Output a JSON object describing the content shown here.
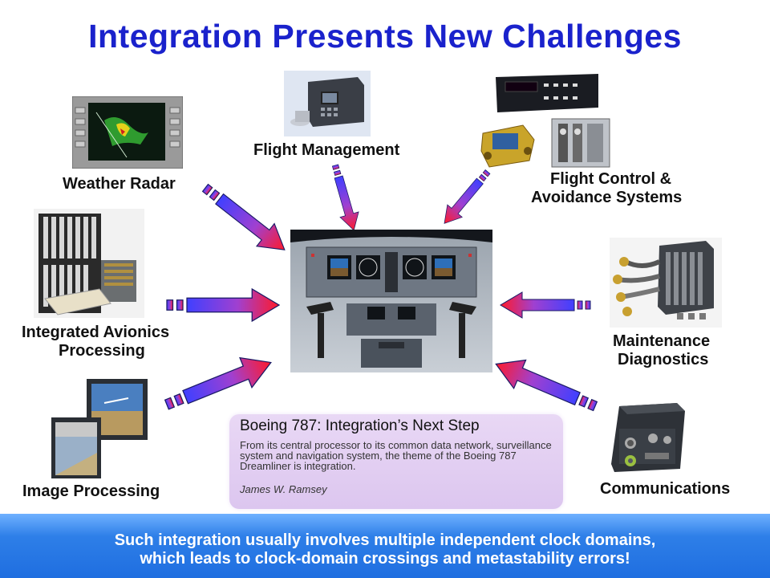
{
  "title": "Integration Presents New Challenges",
  "labels": {
    "weather_radar": "Weather Radar",
    "flight_management": "Flight Management",
    "flight_control_line1": "Flight Control &",
    "flight_control_line2": "Avoidance Systems",
    "integrated_avionics_line1": "Integrated Avionics",
    "integrated_avionics_line2": "Processing",
    "maintenance_line1": "Maintenance",
    "maintenance_line2": "Diagnostics",
    "image_processing": "Image Processing",
    "communications": "Communications"
  },
  "quote": {
    "title": "Boeing 787: Integration’s Next Step",
    "body": "From its central processor to its common data network, surveillance system and navigation system, the theme of the Boeing 787 Dreamliner is integration.",
    "author": "James W. Ramsey"
  },
  "banner": {
    "line1": "Such integration usually involves multiple independent clock domains,",
    "line2": "which leads to clock-domain crossings and metastability errors!"
  },
  "colors": {
    "title": "#1a22cc",
    "arrow_start": "#3a3aff",
    "arrow_end": "#ff1a2a",
    "banner": "#2e7fe8",
    "quote_box": "#e2cff2"
  },
  "icons": [
    "weather-radar-image",
    "flight-management-image",
    "flight-control-image",
    "avionics-processing-image",
    "cockpit-image",
    "maintenance-image",
    "image-processing-image",
    "communications-image"
  ]
}
